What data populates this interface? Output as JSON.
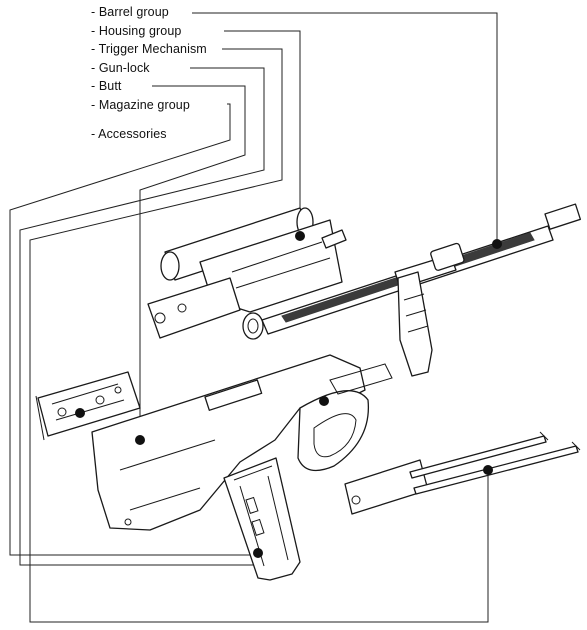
{
  "labels": [
    {
      "id": "barrel",
      "text": "- Barrel group"
    },
    {
      "id": "housing",
      "text": "- Housing group"
    },
    {
      "id": "trigger",
      "text": "- Trigger Mechanism"
    },
    {
      "id": "gunlock",
      "text": "- Gun-lock"
    },
    {
      "id": "butt",
      "text": "- Butt"
    },
    {
      "id": "magazine",
      "text": "- Magazine group"
    },
    {
      "id": "accessories",
      "text": "- Accessories"
    }
  ],
  "colors": {
    "ink": "#111111",
    "paper": "#ffffff"
  }
}
